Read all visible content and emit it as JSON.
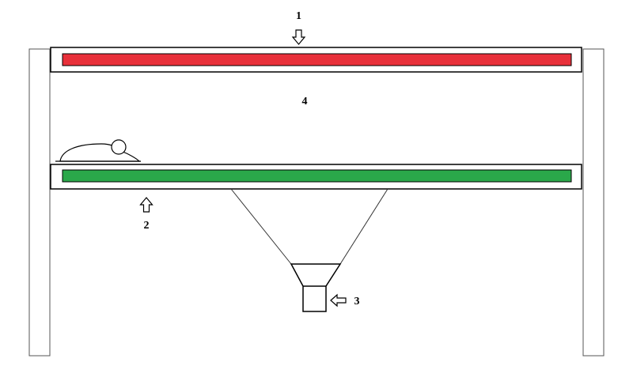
{
  "labels": {
    "label_1": "1",
    "label_2": "2",
    "label_3": "3",
    "label_4": "4"
  },
  "colors": {
    "top_plate": "#e8303a",
    "bottom_plate": "#2aa84a",
    "outline": "#000000",
    "post_outline": "#555555"
  },
  "icons": {
    "arrow_1": "down-arrow-icon",
    "arrow_2": "up-arrow-icon",
    "arrow_3": "left-arrow-icon",
    "animal": "mouse-icon"
  }
}
